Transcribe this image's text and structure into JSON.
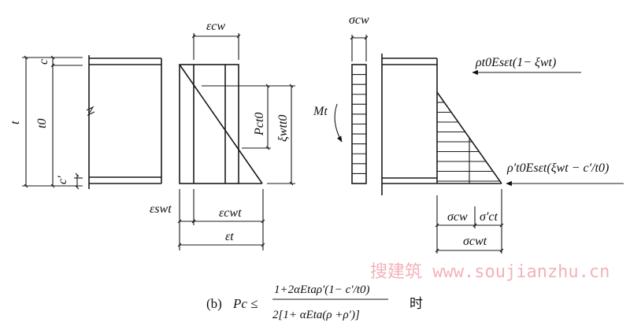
{
  "labels": {
    "t": "t",
    "t0": "t0",
    "c": "c",
    "c_prime": "c′",
    "eps_cw": "εcw",
    "pc_t0": "Pct0",
    "xi_wt_t0": "ξwtt0",
    "eps_swt": "εswt",
    "eps_cwt": "εcwt",
    "eps_t": "εt",
    "sigma_cw_top": "σcw",
    "Mt": "Mt",
    "force_top": "ρt0Esεt(1− ξwt)",
    "force_bottom": "ρ′t0Esεt(ξwt − c′/t0)",
    "sigma_cw": "σcw",
    "sigma_ct_prime": "σ′ct",
    "sigma_cwt": "σcwt"
  },
  "caption": {
    "prefix": "(b)",
    "lhs": "Pc ≤",
    "numerator": "1+2αEtaρ′(1− c′/t0)",
    "denominator": "2[1+ αEta(ρ +ρ′)]",
    "suffix": "时"
  },
  "watermark": "搜建筑 www.soujianzhu.cn"
}
